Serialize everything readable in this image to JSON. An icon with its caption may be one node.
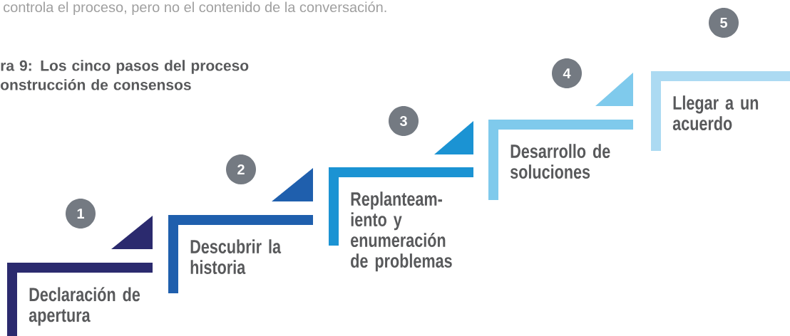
{
  "diagram": {
    "title": "ra 9: Los cinco pasos del proceso onstrucción de consensos",
    "nodes": [
      {
        "text": [
          "1"
        ]
      },
      {
        "text": [
          "Declaración de apertura"
        ]
      },
      {
        "text": [
          "2"
        ]
      },
      {
        "text": [
          "Descubrir la historia"
        ]
      },
      {
        "text": [
          "3"
        ]
      },
      {
        "text": [
          "Replanteam- iento y enumeración de problemas"
        ]
      },
      {
        "text": [
          "4"
        ]
      },
      {
        "text": [
          "Desarrollo de soluciones"
        ]
      },
      {
        "text": [
          "5"
        ]
      },
      {
        "text": [
          "Llegar a un acuerdo"
        ]
      }
    ],
    "labels": [
      "controla el proceso, pero no el contenido de la conversación."
    ]
  }
}
